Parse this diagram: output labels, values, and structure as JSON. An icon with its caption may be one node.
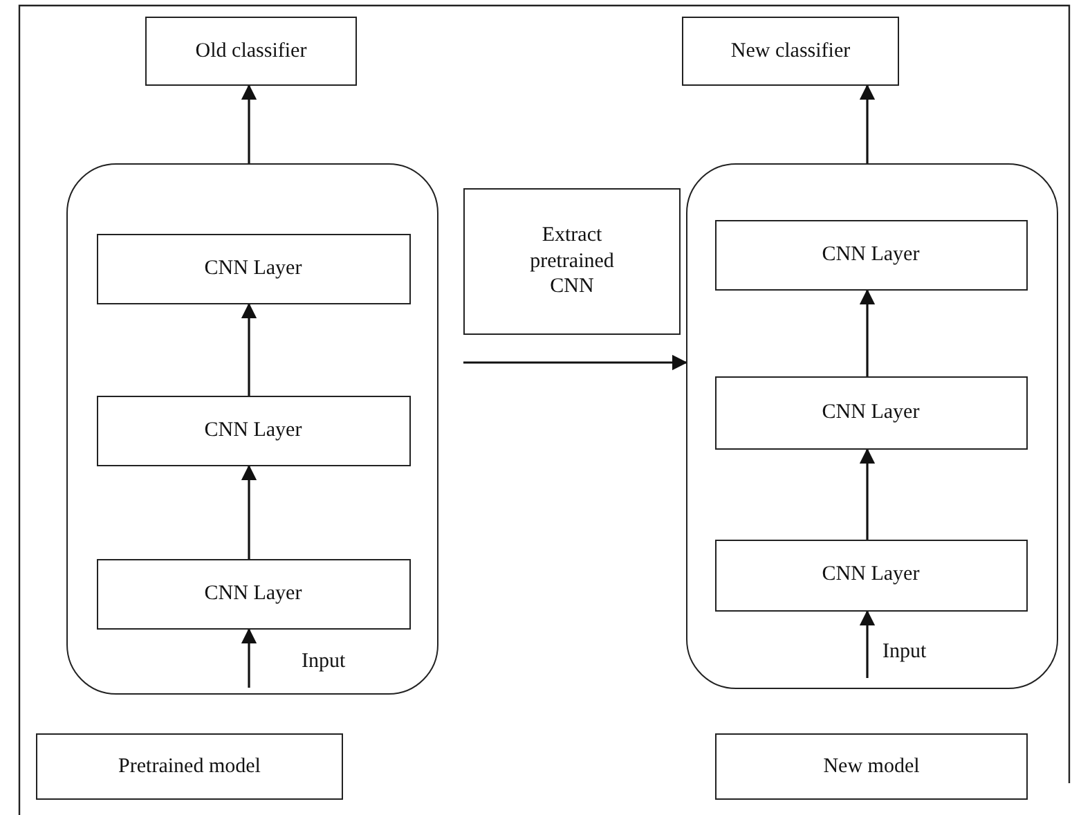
{
  "diagram": {
    "nodes": [
      {
        "text": [
          "Old classifier"
        ]
      },
      {
        "text": [],
        "shape": "box"
      },
      {
        "text": [
          "CNN Layer"
        ],
        "in": 1
      },
      {
        "text": [
          "CNN Layer"
        ],
        "in": 1
      },
      {
        "text": [
          "CNN Layer"
        ],
        "in": 1
      },
      {
        "text": [
          "Pretrained model"
        ]
      },
      {
        "text": [
          "Extract pretrained CNN"
        ]
      },
      {
        "text": [
          "New classifier"
        ]
      },
      {
        "text": [],
        "shape": "box"
      },
      {
        "text": [
          "CNN Layer"
        ],
        "in": 8
      },
      {
        "text": [
          "CNN Layer"
        ],
        "in": 8
      },
      {
        "text": [
          "CNN Layer"
        ],
        "in": 8
      },
      {
        "text": [
          "New model"
        ]
      }
    ],
    "edges": [
      {
        "from": 1,
        "to": 0,
        "arrow": "to"
      },
      {
        "from": 3,
        "to": 2,
        "arrow": "to"
      },
      {
        "from": 4,
        "to": 3,
        "arrow": "to"
      },
      {
        "from": null,
        "to": 4,
        "arrow": "to"
      },
      {
        "from": 1,
        "to": 8,
        "arrow": "to"
      },
      {
        "from": 8,
        "to": 7,
        "arrow": "to"
      },
      {
        "from": 10,
        "to": 9,
        "arrow": "to"
      },
      {
        "from": 11,
        "to": 10,
        "arrow": "to"
      },
      {
        "from": null,
        "to": 11,
        "arrow": "to"
      }
    ],
    "labels": [
      "Input",
      "Input"
    ]
  }
}
